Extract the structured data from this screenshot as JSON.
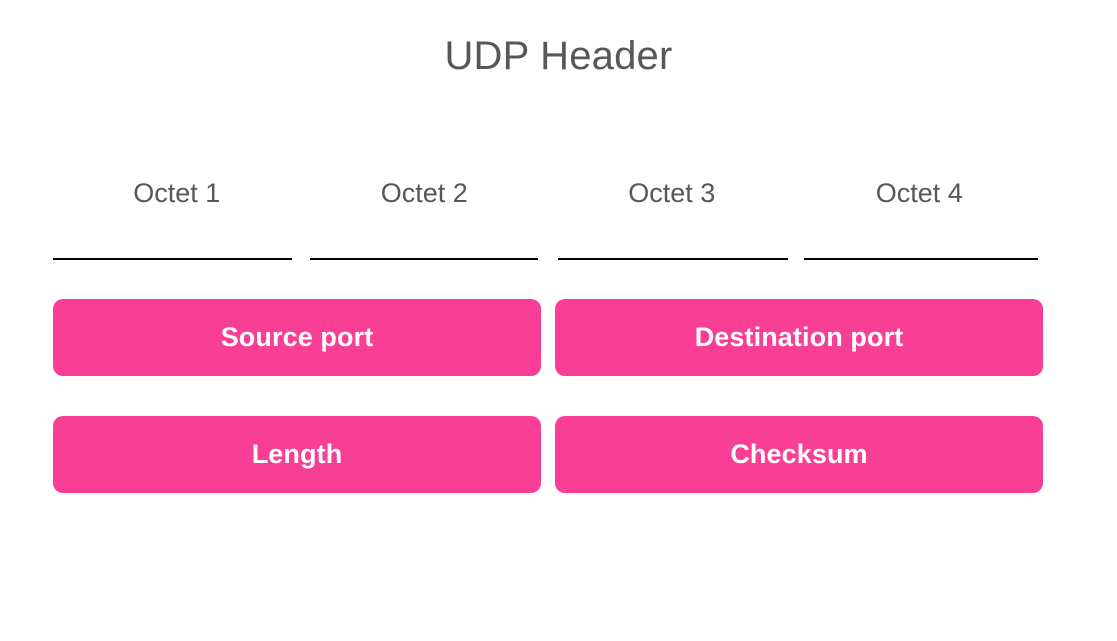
{
  "title": "UDP Header",
  "colors": {
    "field_background": "#f93e95",
    "field_text": "#ffffff",
    "heading_text": "#555759",
    "rule": "#000000",
    "page_background": "#ffffff"
  },
  "octets": [
    {
      "label": "Octet 1"
    },
    {
      "label": "Octet 2"
    },
    {
      "label": "Octet 3"
    },
    {
      "label": "Octet 4"
    }
  ],
  "rows": [
    {
      "fields": [
        {
          "label": "Source port",
          "octets": "1-2"
        },
        {
          "label": "Destination port",
          "octets": "3-4"
        }
      ]
    },
    {
      "fields": [
        {
          "label": "Length",
          "octets": "1-2"
        },
        {
          "label": "Checksum",
          "octets": "3-4"
        }
      ]
    }
  ]
}
